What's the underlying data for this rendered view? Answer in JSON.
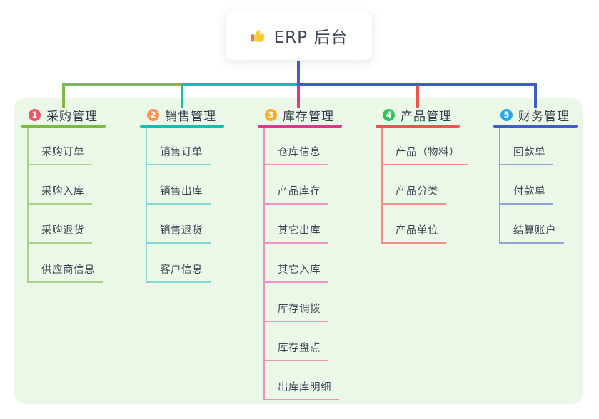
{
  "root": {
    "title": "ERP 后台",
    "icon": "thumbs-up-icon"
  },
  "colors": {
    "stem": "#4C5BC8",
    "panel_bg": "#EBF7E7",
    "root_text": "#3E4656",
    "node_text": "#3D4554"
  },
  "branches": [
    {
      "num": "1",
      "title": "采购管理",
      "badge_color": "#F25367",
      "line_color": "#7CBB3F",
      "child_line_color": "#A9D287",
      "children": [
        "采购订单",
        "采购入库",
        "采购退货",
        "供应商信息"
      ]
    },
    {
      "num": "2",
      "title": "销售管理",
      "badge_color": "#FB9355",
      "line_color": "#13BDB4",
      "child_line_color": "#82DAD2",
      "children": [
        "销售订单",
        "销售出库",
        "销售退货",
        "客户信息"
      ]
    },
    {
      "num": "3",
      "title": "库存管理",
      "badge_color": "#FBAD1F",
      "line_color": "#D93A90",
      "child_line_color": "#EF92C0",
      "children": [
        "仓库信息",
        "产品库存",
        "其它出库",
        "其它入库",
        "库存调拨",
        "库存盘点",
        "出库库明细"
      ]
    },
    {
      "num": "4",
      "title": "产品管理",
      "badge_color": "#30C158",
      "line_color": "#EF534E",
      "child_line_color": "#F58E89",
      "children": [
        "产品（物料）",
        "产品分类",
        "产品单位"
      ]
    },
    {
      "num": "5",
      "title": "财务管理",
      "badge_color": "#28A8E8",
      "line_color": "#3F5EC2",
      "child_line_color": "#92A4DC",
      "children": [
        "回款单",
        "付款单",
        "结算账户"
      ]
    }
  ]
}
